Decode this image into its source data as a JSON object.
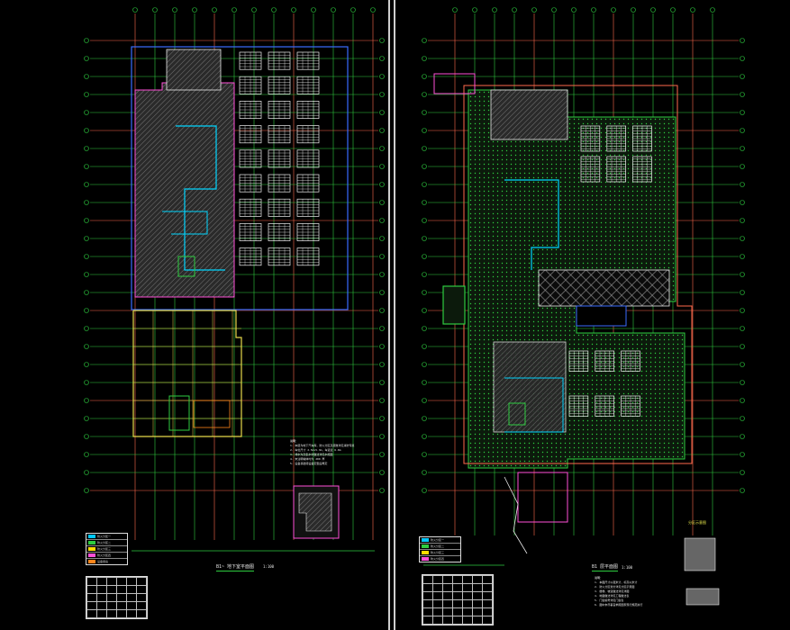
{
  "drawing": {
    "sheet_left": {
      "title": "B1~ 地下室平面图",
      "scale": "1:100",
      "notes_heading": "说明：",
      "notes": [
        "1. 本层为地下汽车库，防火分区及疏散详见消防专篇",
        "2. 车位尺寸 2.5m×5.3m，车道宽 6.0m",
        "3. 排水沟及集水坑做法详见水施图",
        "4. 未注明墙体均为 200 厚",
        "5. 设备基础待设备定型后再定"
      ]
    },
    "sheet_right": {
      "title": "B1 层平面图",
      "scale": "1:100",
      "notes_heading": "说明：",
      "notes": [
        "1. 本图尺寸以毫米计，标高以米计",
        "2. 防火分区划分详见分区示意图",
        "3. 楼梯、坡道做法详见详图",
        "4. 地面做法详见工程做法表",
        "5. 门窗编号详见门窗表",
        "6. 图中未尽事宜参照国家现行规范执行"
      ],
      "keyplan_label": "分区示意图"
    },
    "legend_rows": [
      {
        "label": "防火分区一",
        "color": "#00c8ff"
      },
      {
        "label": "防火分区二",
        "color": "#2ecc40"
      },
      {
        "label": "防火分区三",
        "color": "#ffdc00"
      },
      {
        "label": "防火分区四",
        "color": "#ff4fd8"
      },
      {
        "label": "设备用房",
        "color": "#ff851b"
      }
    ],
    "colors": {
      "background": "#000000",
      "grid": "#2ecc40",
      "grid_major": "#ff6a4d",
      "wall": "#e8e8e8",
      "hatch": "#7a7a7a",
      "stall": "#f2f2f2",
      "fire_zone": "#ff4fd8",
      "pipe_cyan": "#00d5ff",
      "yellow": "#e7d94a",
      "blue": "#3a6cff",
      "green": "#2ecc40"
    }
  }
}
